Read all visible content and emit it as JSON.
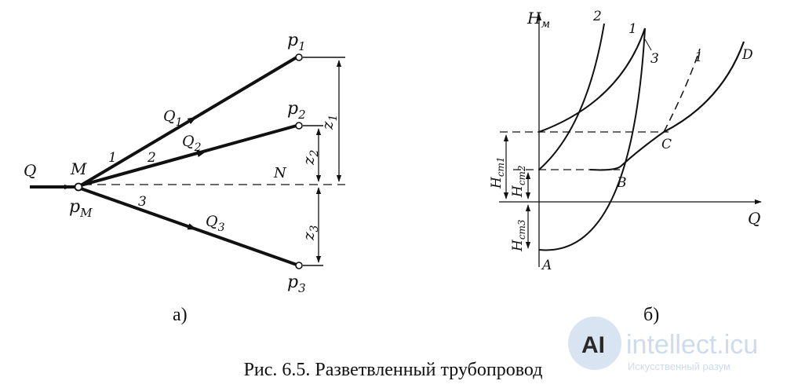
{
  "left": {
    "q": "Q",
    "m": "M",
    "pm": "p",
    "pm_sub": "M",
    "n": "N",
    "branches": [
      {
        "num": "1",
        "q": "Q",
        "q_sub": "1",
        "p": "p",
        "p_sub": "1",
        "z": "z",
        "z_sub": "1"
      },
      {
        "num": "2",
        "q": "Q",
        "q_sub": "2",
        "p": "p",
        "p_sub": "2",
        "z": "z",
        "z_sub": "2"
      },
      {
        "num": "3",
        "q": "Q",
        "q_sub": "3",
        "p": "p",
        "p_sub": "3",
        "z": "z",
        "z_sub": "3"
      }
    ],
    "sublabel": "а)"
  },
  "right": {
    "y_axis": "H",
    "y_axis_sub": "м",
    "x_axis": "Q",
    "curves": [
      "2",
      "1",
      "3",
      "1"
    ],
    "points": [
      "A",
      "B",
      "C",
      "D"
    ],
    "hst1": "H",
    "hst1_sub": "ст1",
    "hst2": "H",
    "hst2_sub": "ст2",
    "hst3": "H",
    "hst3_sub": "ст3",
    "sublabel": "б)"
  },
  "caption": "Рис. 6.5. Разветвленный трубопровод",
  "watermark": {
    "logo": "AI",
    "name": "intellect.icu",
    "tagline": "Искусственный разум"
  }
}
